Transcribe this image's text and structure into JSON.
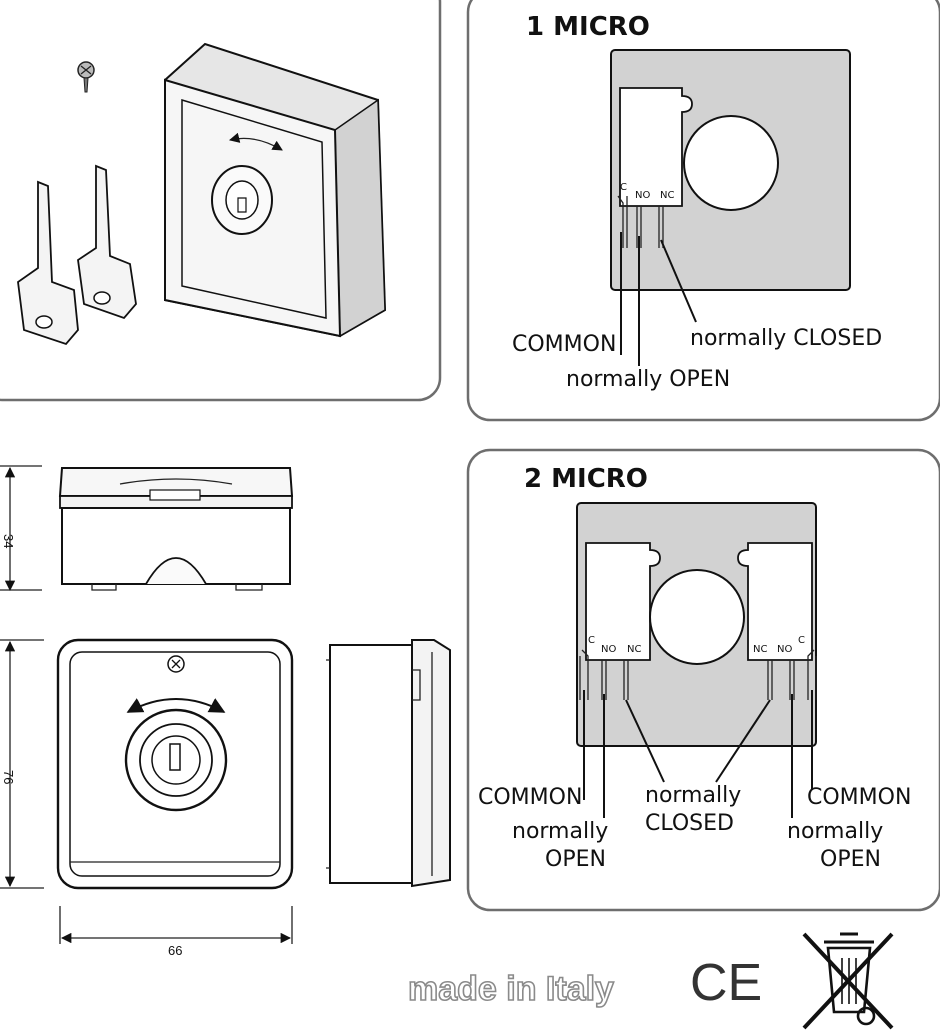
{
  "panel_1": {
    "title": "1 MICRO",
    "pins": [
      "C",
      "NO",
      "NC"
    ],
    "labels": {
      "common": "COMMON",
      "closed": "normally CLOSED",
      "open": "normally OPEN"
    }
  },
  "panel_2": {
    "title": "2 MICRO",
    "left_pins": [
      "C",
      "NO",
      "NC"
    ],
    "right_pins": [
      "NC",
      "NO",
      "C"
    ],
    "labels": {
      "common_left": "COMMON",
      "open_left_1": "normally",
      "open_left_2": "OPEN",
      "closed_1": "normally",
      "closed_2": "CLOSED",
      "common_right": "COMMON",
      "open_right_1": "normally",
      "open_right_2": "OPEN"
    }
  },
  "dimensions": {
    "height_top": "34",
    "height_front": "76",
    "width": "66"
  },
  "footer": {
    "made_in": "made in Italy",
    "ce_mark": "CE"
  },
  "colors": {
    "plate": "#d2d2d2",
    "outline": "#111111",
    "frame": "#6e6e6e"
  }
}
